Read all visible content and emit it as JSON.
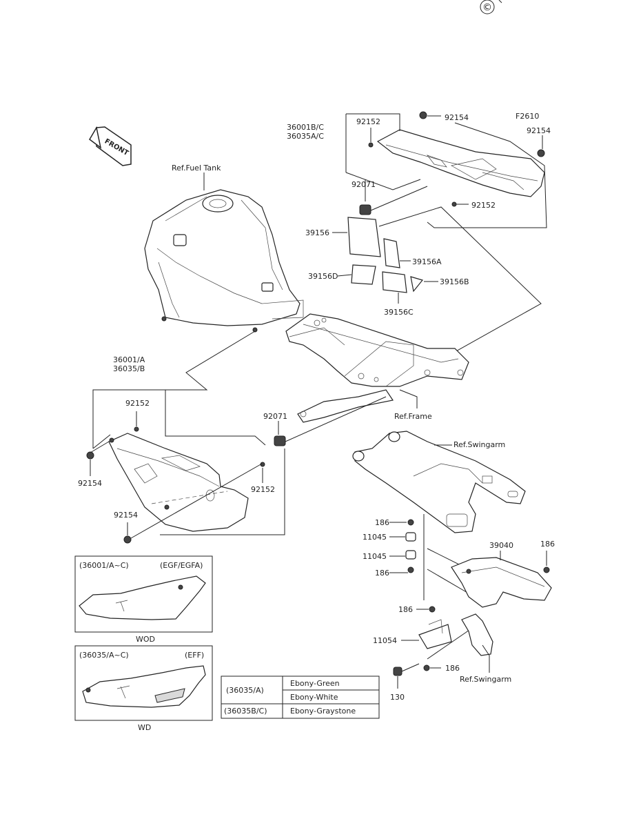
{
  "watermark": "©",
  "figure_code": "F2610",
  "front_label": "FRONT",
  "part_labels": {
    "n92154_top": "92154",
    "n92152_top": "92152",
    "n36001BC": "36001B/C",
    "n36035AC": "36035A/C",
    "n92154_right": "92154",
    "n92071_top": "92071",
    "n92152_right": "92152",
    "n39156": "39156",
    "n39156A": "39156A",
    "n39156D": "39156D",
    "n39156B": "39156B",
    "n39156C": "39156C",
    "ref_fuel_tank": "Ref.Fuel Tank",
    "n36001A": "36001/A",
    "n36035B": "36035/B",
    "n92152_left": "92152",
    "n92071_mid": "92071",
    "n92154_left": "92154",
    "n92152_mid": "92152",
    "n92154_bottom": "92154",
    "ref_frame": "Ref.Frame",
    "ref_swingarm": "Ref.Swingarm",
    "n186_a": "186",
    "n11045_a": "11045",
    "n11045_b": "11045",
    "n186_b": "186",
    "n39040": "39040",
    "n186_right": "186",
    "n186_c": "186",
    "n11054": "11054",
    "n186_d": "186",
    "ref_swingarm_2": "Ref.Swingarm",
    "n130": "130"
  },
  "variant_boxes": [
    {
      "header_left": "(36001/A~C)",
      "header_right": "(EGF/EGFA)",
      "caption": "WOD"
    },
    {
      "header_left": "(36035/A~C)",
      "header_right": "(EFF)",
      "caption": "WD"
    }
  ],
  "color_table": {
    "rows": [
      {
        "code": "(36035/A)",
        "colors": [
          "Ebony-Green",
          "Ebony-White"
        ]
      },
      {
        "code": "(36035B/C)",
        "colors": [
          "Ebony-Graystone"
        ]
      }
    ]
  }
}
